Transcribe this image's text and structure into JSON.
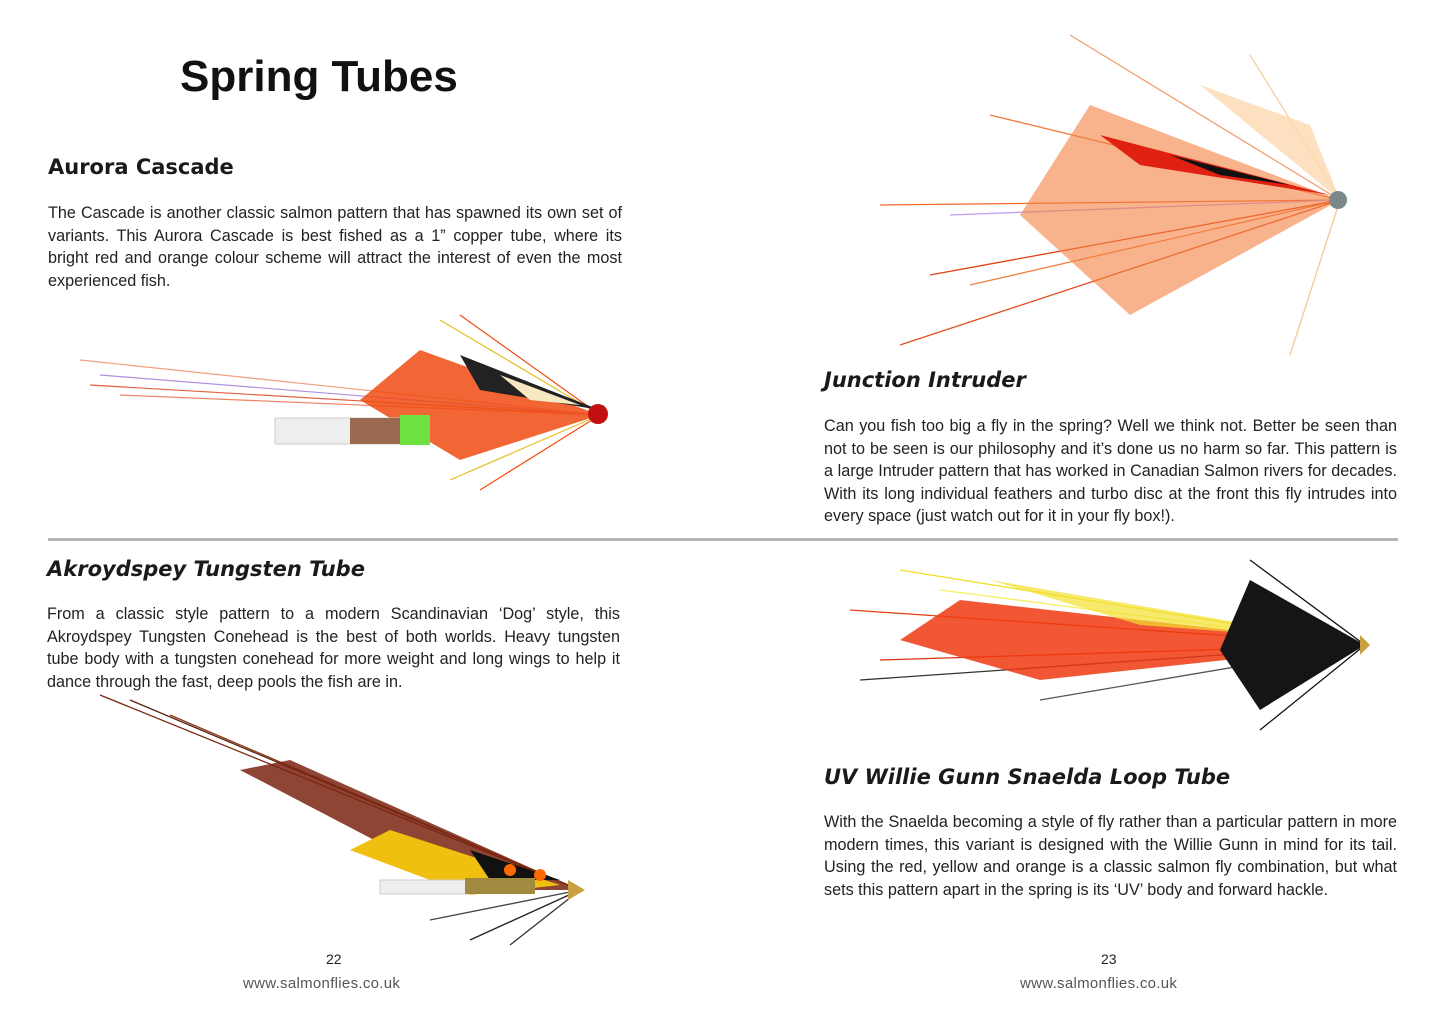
{
  "title": "Spring Tubes",
  "flies": [
    {
      "name": "Aurora Cascade",
      "description": "The Cascade is another classic salmon pattern that has spawned its own set of variants. This Aurora Cascade is best fished as a 1” copper tube, where its bright red and orange colour scheme will attract the interest of even the most experienced fish."
    },
    {
      "name": "Junction Intruder",
      "description": "Can you fish too big a fly in the spring? Well we think not. Better be seen than not to be seen is our philosophy and it’s done us no harm so far. This pattern is a large Intruder pattern that has worked in Canadian Salmon rivers for decades. With its long individual feathers and turbo disc at the front this fly intrudes into every space (just watch out for it in your fly box!)."
    },
    {
      "name": "Akroydspey Tungsten Tube",
      "description": "From a classic style pattern to a modern Scandinavian ‘Dog’ style, this Akroydspey Tungsten Conehead is the best of both worlds. Heavy tungsten tube body with a tungsten conehead for more weight and long wings to help it dance through the fast, deep pools the fish are in."
    },
    {
      "name": "UV Willie Gunn Snaelda Loop Tube",
      "description": "With the Snaelda becoming a style of fly rather than a particular pattern in more modern times, this variant is designed with the Willie Gunn in mind for its tail. Using the red, yellow and orange is a classic salmon fly combination, but what sets this pattern apart in the spring is its ‘UV’ body and forward hackle."
    }
  ],
  "footer": {
    "left_page": "22",
    "right_page": "23",
    "url": "www.salmonflies.co.uk"
  }
}
